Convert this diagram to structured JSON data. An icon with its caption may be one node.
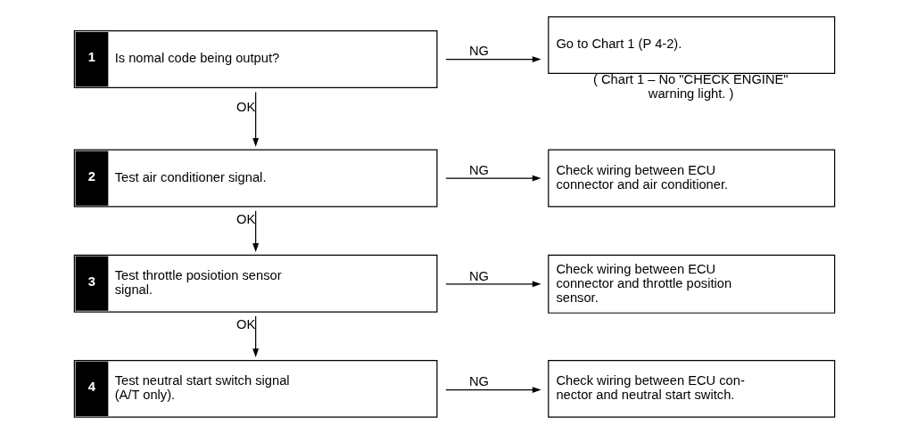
{
  "diagram": {
    "nodes": [
      {
        "text": [
          "1",
          "Is nomal code being output?"
        ]
      },
      {
        "text": [
          "Go to Chart 1 (P 4-2)."
        ],
        "beside": [
          "( Chart 1 – No \"CHECK ENGINE\" warning light. )"
        ]
      },
      {
        "text": [
          "2",
          "Test air conditioner signal."
        ]
      },
      {
        "text": [
          "Check wiring between ECU connector and air conditioner."
        ]
      },
      {
        "text": [
          "3",
          "Test throttle posiotion sensor signal."
        ]
      },
      {
        "text": [
          "Check wiring between ECU connector and throttle position sensor."
        ]
      },
      {
        "text": [
          "4",
          "Test neutral start switch signal (A/T only)."
        ]
      },
      {
        "text": [
          "Check wiring between ECU con- nector and neutral start switch."
        ]
      }
    ],
    "edges": [
      {
        "from": 0,
        "to": 1,
        "arrow": "to",
        "label": "NG"
      },
      {
        "from": 0,
        "to": 2,
        "arrow": "to",
        "label": "OK"
      },
      {
        "from": 2,
        "to": 3,
        "arrow": "to",
        "label": "NG"
      },
      {
        "from": 2,
        "to": 4,
        "arrow": "to",
        "label": "OK"
      },
      {
        "from": 4,
        "to": 5,
        "arrow": "to",
        "label": "NG"
      },
      {
        "from": 4,
        "to": 6,
        "arrow": "to",
        "label": "OK"
      },
      {
        "from": 6,
        "to": 7,
        "arrow": "to",
        "label": "NG"
      }
    ]
  }
}
